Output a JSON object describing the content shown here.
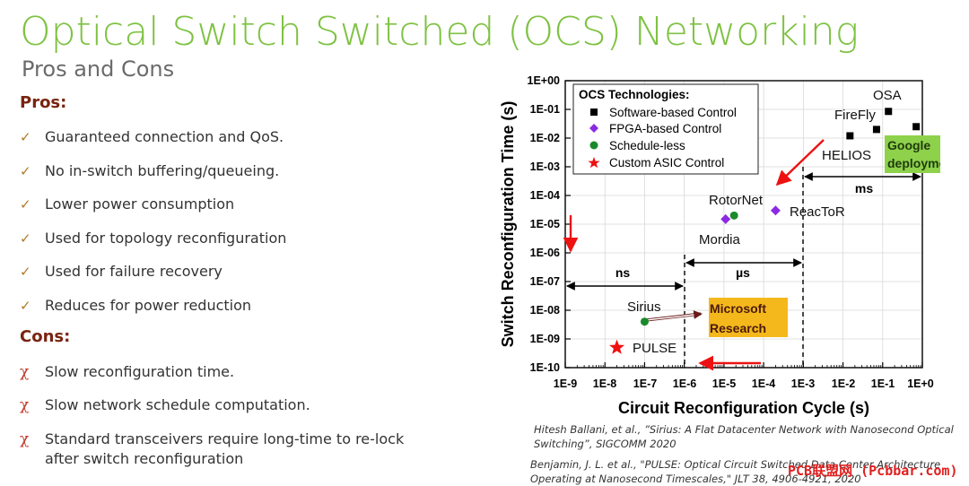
{
  "slide": {
    "title": "Optical Switch Switched (OCS) Networking",
    "subtitle": "Pros and Cons"
  },
  "pros": {
    "heading": "Pros:",
    "mark": "✓",
    "items": [
      "Guaranteed connection and QoS.",
      "No in-switch buffering/queueing.",
      "Lower power consumption",
      "Used for topology reconfiguration",
      "Used for failure recovery",
      "Reduces for power reduction"
    ]
  },
  "cons": {
    "heading": "Cons:",
    "mark": "χ",
    "items": [
      "Slow reconfiguration time.",
      "Slow network schedule computation.",
      "Standard transceivers require long-time to re-lock after switch reconfiguration"
    ]
  },
  "chart_data": {
    "type": "scatter",
    "xlabel": "Circuit Reconfiguration Cycle (s)",
    "ylabel": "Switch Reconfiguration Time (s)",
    "x_log": true,
    "y_log": true,
    "xlim": [
      1e-09,
      1
    ],
    "ylim": [
      1e-10,
      1
    ],
    "x_ticks": [
      "1E-9",
      "1E-8",
      "1E-7",
      "1E-6",
      "1E-5",
      "1E-4",
      "1E-3",
      "1E-2",
      "1E-1",
      "1E+0"
    ],
    "y_ticks": [
      "1E-10",
      "1E-09",
      "1E-08",
      "1E-07",
      "1E-06",
      "1E-05",
      "1E-04",
      "1E-03",
      "1E-02",
      "1E-01",
      "1E+00"
    ],
    "legend_title": "OCS Technologies:",
    "legend_position": "top-left",
    "series": [
      {
        "name": "Software-based Control",
        "marker": "square",
        "color": "#000000",
        "points": [
          [
            0.015,
            0.012
          ],
          [
            0.07,
            0.02
          ],
          [
            0.14,
            0.085
          ],
          [
            0.7,
            0.025
          ]
        ]
      },
      {
        "name": "FPGA-based Control",
        "marker": "diamond",
        "color": "#8a2be2",
        "points": [
          [
            1.1e-05,
            1.5e-05
          ],
          [
            0.0002,
            3e-05
          ]
        ]
      },
      {
        "name": "Schedule-less",
        "marker": "circle",
        "color": "#1a8a2a",
        "points": [
          [
            1.8e-05,
            2e-05
          ],
          [
            1e-07,
            4e-09
          ]
        ]
      },
      {
        "name": "Custom ASIC Control",
        "marker": "star",
        "color": "#ee1111",
        "points": [
          [
            2e-08,
            5e-10
          ]
        ]
      }
    ],
    "point_labels": [
      "OSA",
      "FireFly",
      "HELIOS",
      "RotorNet",
      "ReacToR",
      "Mordia",
      "Sirius",
      "PULSE"
    ],
    "region_labels": [
      "ns",
      "µs",
      "ms"
    ],
    "callouts": [
      {
        "text": [
          "Google",
          "deployment"
        ],
        "background": "#8ed14a"
      },
      {
        "text": [
          "Microsoft",
          "Research"
        ],
        "background": "#f5b81c"
      }
    ]
  },
  "citations": [
    [
      "Hitesh Ballani, et al., ”Sirius: A Flat Datacenter Network with Nanosecond Optical",
      "Switching”, SIGCOMM 2020"
    ],
    [
      "Benjamin, J. L. et al., \"PULSE: Optical Circuit Switched Data Center Architecture",
      "Operating at Nanosecond Timescales,\" JLT 38, 4906-4921, 2020"
    ]
  ],
  "watermark": "PCB联盟网 (Pcbbar.com)"
}
